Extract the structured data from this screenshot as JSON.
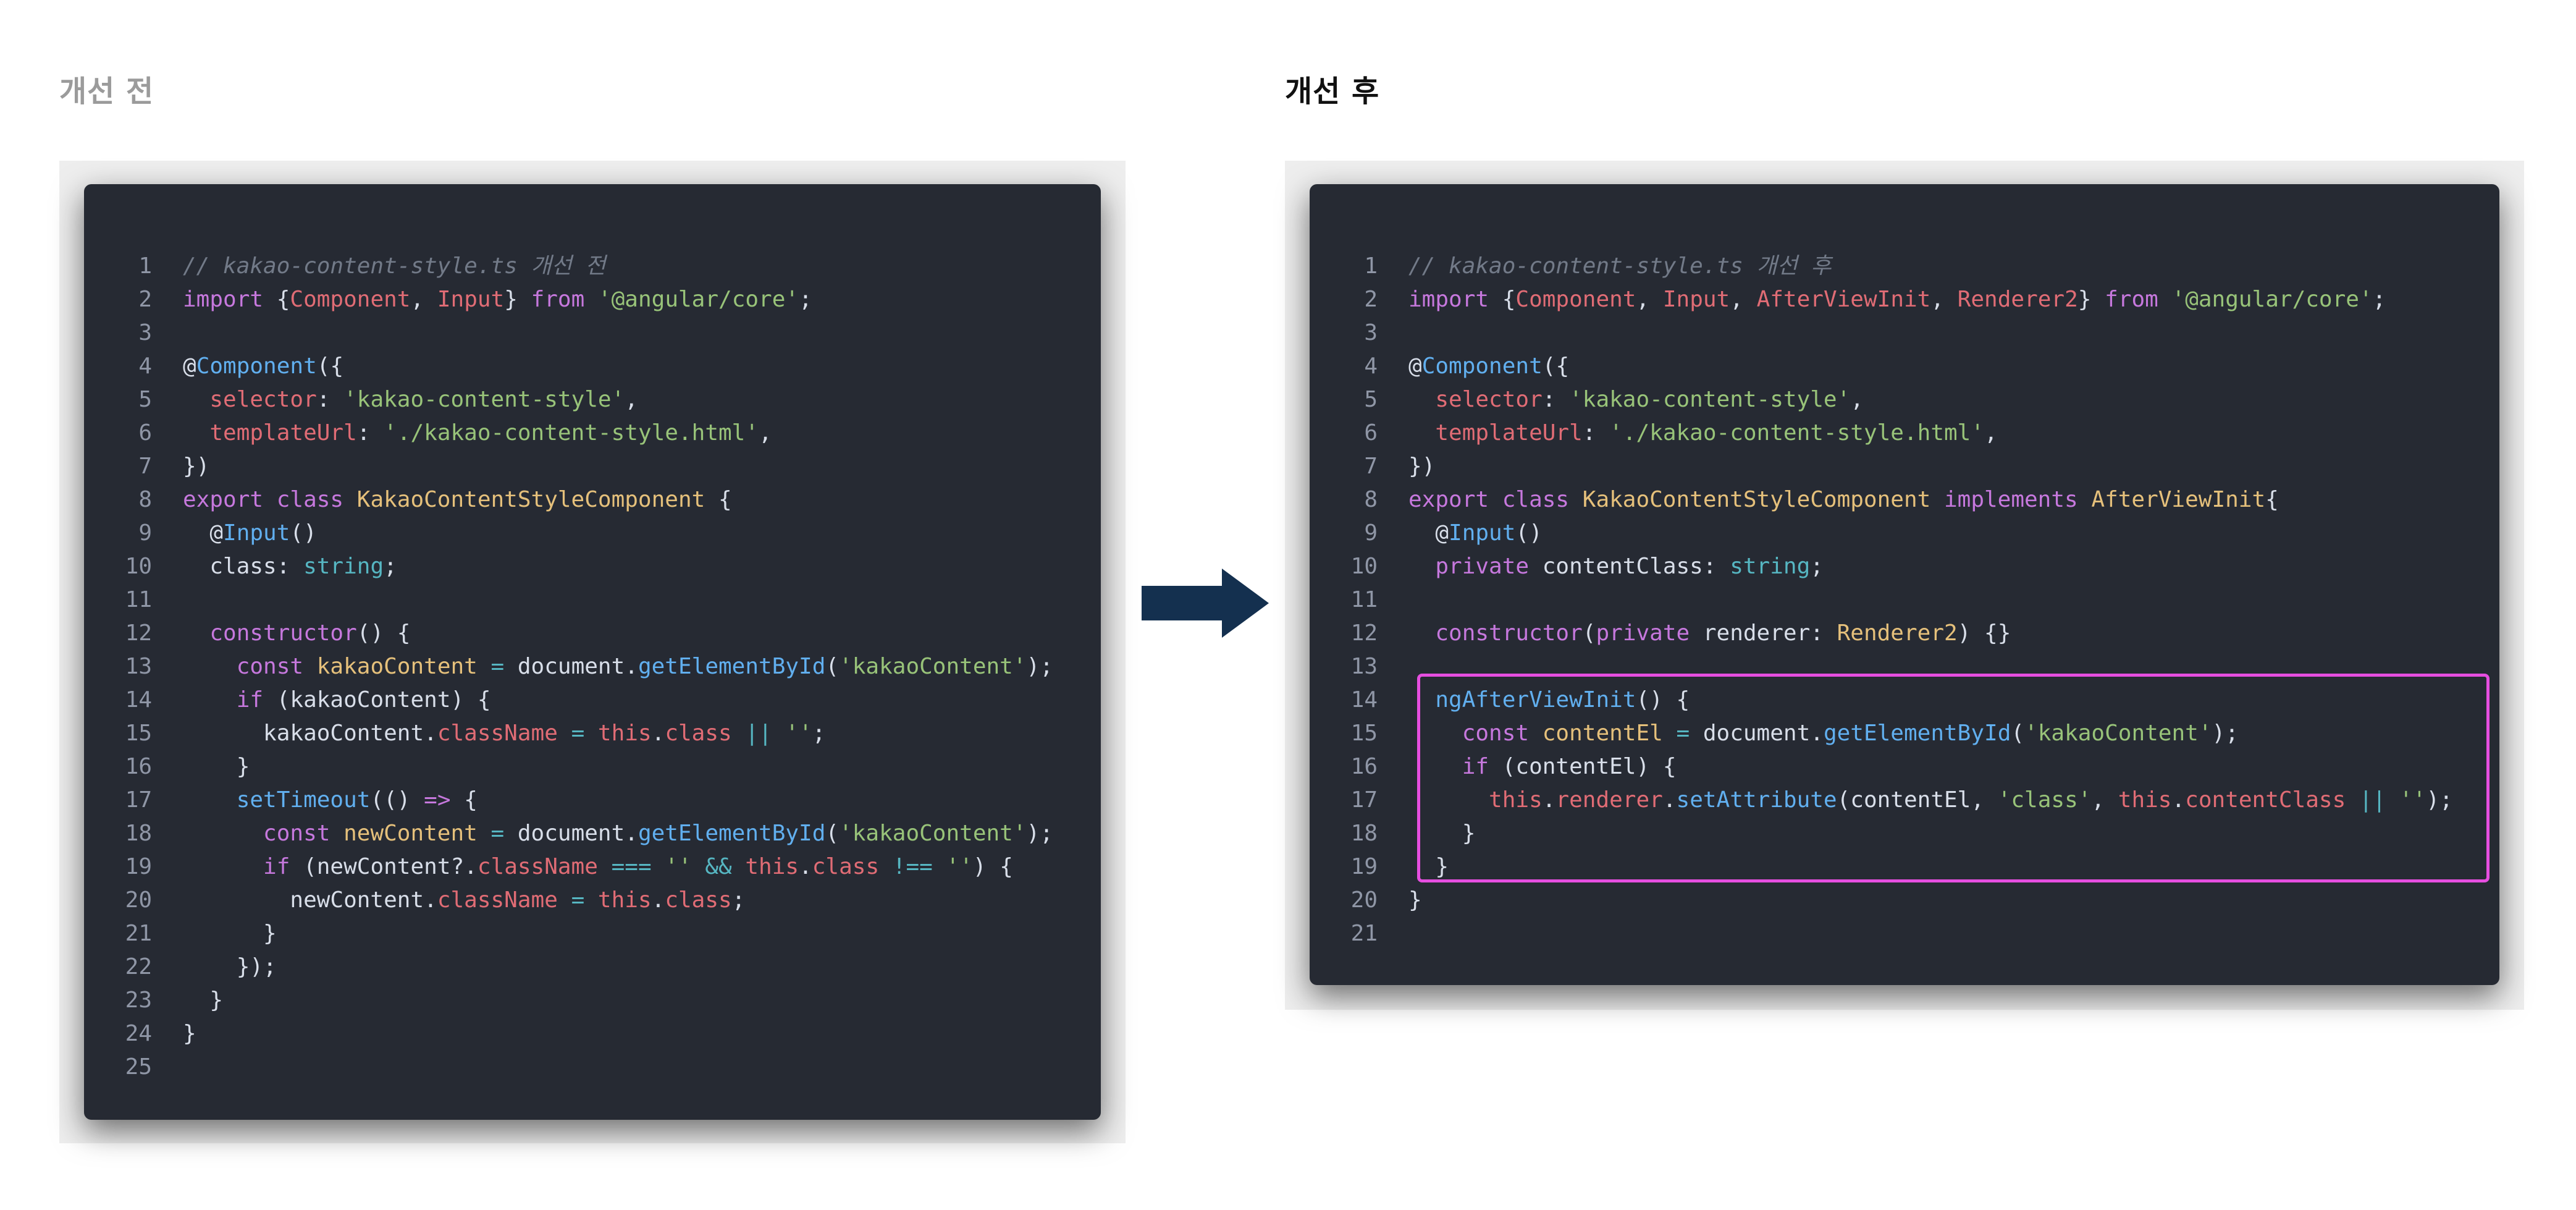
{
  "before": {
    "title": "개선 전",
    "lines": [
      {
        "n": "1",
        "t": [
          [
            "// kakao-content-style.ts 개선 전",
            "comment"
          ]
        ]
      },
      {
        "n": "2",
        "t": [
          [
            "import ",
            "keyword"
          ],
          [
            "{",
            "plain"
          ],
          [
            "Component",
            "prop"
          ],
          [
            ", ",
            "plain"
          ],
          [
            "Input",
            "prop"
          ],
          [
            "} ",
            "plain"
          ],
          [
            "from ",
            "keyword"
          ],
          [
            "'@angular/core'",
            "string"
          ],
          [
            ";",
            "plain"
          ]
        ]
      },
      {
        "n": "3",
        "t": []
      },
      {
        "n": "4",
        "t": [
          [
            "@",
            "plain"
          ],
          [
            "Component",
            "func"
          ],
          [
            "({",
            "plain"
          ]
        ]
      },
      {
        "n": "5",
        "t": [
          [
            "  ",
            "plain"
          ],
          [
            "selector",
            "prop"
          ],
          [
            ": ",
            "plain"
          ],
          [
            "'kakao-content-style'",
            "string"
          ],
          [
            ",",
            "plain"
          ]
        ]
      },
      {
        "n": "6",
        "t": [
          [
            "  ",
            "plain"
          ],
          [
            "templateUrl",
            "prop"
          ],
          [
            ": ",
            "plain"
          ],
          [
            "'./kakao-content-style.html'",
            "string"
          ],
          [
            ",",
            "plain"
          ]
        ]
      },
      {
        "n": "7",
        "t": [
          [
            "})",
            "plain"
          ]
        ]
      },
      {
        "n": "8",
        "t": [
          [
            "export ",
            "keyword"
          ],
          [
            "class ",
            "keyword"
          ],
          [
            "KakaoContentStyleComponent",
            "class"
          ],
          [
            " {",
            "plain"
          ]
        ]
      },
      {
        "n": "9",
        "t": [
          [
            "  @",
            "plain"
          ],
          [
            "Input",
            "func"
          ],
          [
            "()",
            "plain"
          ]
        ]
      },
      {
        "n": "10",
        "t": [
          [
            "  class",
            "plain"
          ],
          [
            ": ",
            "plain"
          ],
          [
            "string",
            "type"
          ],
          [
            ";",
            "plain"
          ]
        ]
      },
      {
        "n": "11",
        "t": []
      },
      {
        "n": "12",
        "t": [
          [
            "  ",
            "plain"
          ],
          [
            "constructor",
            "keyword"
          ],
          [
            "() {",
            "plain"
          ]
        ]
      },
      {
        "n": "13",
        "t": [
          [
            "    ",
            "plain"
          ],
          [
            "const ",
            "keyword"
          ],
          [
            "kakaoContent ",
            "class"
          ],
          [
            "= ",
            "op"
          ],
          [
            "document.",
            "plain"
          ],
          [
            "getElementById",
            "func"
          ],
          [
            "(",
            "plain"
          ],
          [
            "'kakaoContent'",
            "string"
          ],
          [
            ");",
            "plain"
          ]
        ]
      },
      {
        "n": "14",
        "t": [
          [
            "    ",
            "plain"
          ],
          [
            "if ",
            "keyword"
          ],
          [
            "(kakaoContent) {",
            "plain"
          ]
        ]
      },
      {
        "n": "15",
        "t": [
          [
            "      kakaoContent.",
            "plain"
          ],
          [
            "className ",
            "prop"
          ],
          [
            "= ",
            "op"
          ],
          [
            "this",
            "prop"
          ],
          [
            ".",
            "plain"
          ],
          [
            "class ",
            "prop"
          ],
          [
            "|| ",
            "op"
          ],
          [
            "''",
            "string"
          ],
          [
            ";",
            "plain"
          ]
        ]
      },
      {
        "n": "16",
        "t": [
          [
            "    }",
            "plain"
          ]
        ]
      },
      {
        "n": "17",
        "t": [
          [
            "    ",
            "plain"
          ],
          [
            "setTimeout",
            "func"
          ],
          [
            "(() ",
            "plain"
          ],
          [
            "=> ",
            "keyword"
          ],
          [
            "{",
            "plain"
          ]
        ]
      },
      {
        "n": "18",
        "t": [
          [
            "      ",
            "plain"
          ],
          [
            "const ",
            "keyword"
          ],
          [
            "newContent ",
            "class"
          ],
          [
            "= ",
            "op"
          ],
          [
            "document.",
            "plain"
          ],
          [
            "getElementById",
            "func"
          ],
          [
            "(",
            "plain"
          ],
          [
            "'kakaoContent'",
            "string"
          ],
          [
            ");",
            "plain"
          ]
        ]
      },
      {
        "n": "19",
        "t": [
          [
            "      ",
            "plain"
          ],
          [
            "if ",
            "keyword"
          ],
          [
            "(newContent?.",
            "plain"
          ],
          [
            "className ",
            "prop"
          ],
          [
            "=== ",
            "op"
          ],
          [
            "'' ",
            "string"
          ],
          [
            "&& ",
            "op"
          ],
          [
            "this",
            "prop"
          ],
          [
            ".",
            "plain"
          ],
          [
            "class ",
            "prop"
          ],
          [
            "!== ",
            "op"
          ],
          [
            "''",
            "string"
          ],
          [
            ") {",
            "plain"
          ]
        ]
      },
      {
        "n": "20",
        "t": [
          [
            "        newContent.",
            "plain"
          ],
          [
            "className ",
            "prop"
          ],
          [
            "= ",
            "op"
          ],
          [
            "this",
            "prop"
          ],
          [
            ".",
            "plain"
          ],
          [
            "class",
            "prop"
          ],
          [
            ";",
            "plain"
          ]
        ]
      },
      {
        "n": "21",
        "t": [
          [
            "      }",
            "plain"
          ]
        ]
      },
      {
        "n": "22",
        "t": [
          [
            "    });",
            "plain"
          ]
        ]
      },
      {
        "n": "23",
        "t": [
          [
            "  }",
            "plain"
          ]
        ]
      },
      {
        "n": "24",
        "t": [
          [
            "}",
            "plain"
          ]
        ]
      },
      {
        "n": "25",
        "t": []
      }
    ]
  },
  "after": {
    "title": "개선 후",
    "lines": [
      {
        "n": "1",
        "t": [
          [
            "// kakao-content-style.ts 개선 후",
            "comment"
          ]
        ]
      },
      {
        "n": "2",
        "t": [
          [
            "import ",
            "keyword"
          ],
          [
            "{",
            "plain"
          ],
          [
            "Component",
            "prop"
          ],
          [
            ", ",
            "plain"
          ],
          [
            "Input",
            "prop"
          ],
          [
            ", ",
            "plain"
          ],
          [
            "AfterViewInit",
            "prop"
          ],
          [
            ", ",
            "plain"
          ],
          [
            "Renderer2",
            "prop"
          ],
          [
            "} ",
            "plain"
          ],
          [
            "from ",
            "keyword"
          ],
          [
            "'@angular/core'",
            "string"
          ],
          [
            ";",
            "plain"
          ]
        ]
      },
      {
        "n": "3",
        "t": []
      },
      {
        "n": "4",
        "t": [
          [
            "@",
            "plain"
          ],
          [
            "Component",
            "func"
          ],
          [
            "({",
            "plain"
          ]
        ]
      },
      {
        "n": "5",
        "t": [
          [
            "  ",
            "plain"
          ],
          [
            "selector",
            "prop"
          ],
          [
            ": ",
            "plain"
          ],
          [
            "'kakao-content-style'",
            "string"
          ],
          [
            ",",
            "plain"
          ]
        ]
      },
      {
        "n": "6",
        "t": [
          [
            "  ",
            "plain"
          ],
          [
            "templateUrl",
            "prop"
          ],
          [
            ": ",
            "plain"
          ],
          [
            "'./kakao-content-style.html'",
            "string"
          ],
          [
            ",",
            "plain"
          ]
        ]
      },
      {
        "n": "7",
        "t": [
          [
            "})",
            "plain"
          ]
        ]
      },
      {
        "n": "8",
        "t": [
          [
            "export ",
            "keyword"
          ],
          [
            "class ",
            "keyword"
          ],
          [
            "KakaoContentStyleComponent ",
            "class"
          ],
          [
            "implements ",
            "keyword"
          ],
          [
            "AfterViewInit",
            "class"
          ],
          [
            "{",
            "plain"
          ]
        ]
      },
      {
        "n": "9",
        "t": [
          [
            "  @",
            "plain"
          ],
          [
            "Input",
            "func"
          ],
          [
            "()",
            "plain"
          ]
        ]
      },
      {
        "n": "10",
        "t": [
          [
            "  ",
            "plain"
          ],
          [
            "private ",
            "keyword"
          ],
          [
            "contentClass",
            "plain"
          ],
          [
            ": ",
            "plain"
          ],
          [
            "string",
            "type"
          ],
          [
            ";",
            "plain"
          ]
        ]
      },
      {
        "n": "11",
        "t": []
      },
      {
        "n": "12",
        "t": [
          [
            "  ",
            "plain"
          ],
          [
            "constructor",
            "keyword"
          ],
          [
            "(",
            "plain"
          ],
          [
            "private ",
            "keyword"
          ],
          [
            "renderer",
            "plain"
          ],
          [
            ": ",
            "plain"
          ],
          [
            "Renderer2",
            "class"
          ],
          [
            ") {}",
            "plain"
          ]
        ]
      },
      {
        "n": "13",
        "t": []
      },
      {
        "n": "14",
        "t": [
          [
            "  ",
            "plain"
          ],
          [
            "ngAfterViewInit",
            "func"
          ],
          [
            "() {",
            "plain"
          ]
        ]
      },
      {
        "n": "15",
        "t": [
          [
            "    ",
            "plain"
          ],
          [
            "const ",
            "keyword"
          ],
          [
            "contentEl ",
            "class"
          ],
          [
            "= ",
            "op"
          ],
          [
            "document.",
            "plain"
          ],
          [
            "getElementById",
            "func"
          ],
          [
            "(",
            "plain"
          ],
          [
            "'kakaoContent'",
            "string"
          ],
          [
            ");",
            "plain"
          ]
        ]
      },
      {
        "n": "16",
        "t": [
          [
            "    ",
            "plain"
          ],
          [
            "if ",
            "keyword"
          ],
          [
            "(contentEl) {",
            "plain"
          ]
        ]
      },
      {
        "n": "17",
        "t": [
          [
            "      ",
            "plain"
          ],
          [
            "this",
            "prop"
          ],
          [
            ".",
            "plain"
          ],
          [
            "renderer",
            "prop"
          ],
          [
            ".",
            "plain"
          ],
          [
            "setAttribute",
            "func"
          ],
          [
            "(contentEl, ",
            "plain"
          ],
          [
            "'class'",
            "string"
          ],
          [
            ", ",
            "plain"
          ],
          [
            "this",
            "prop"
          ],
          [
            ".",
            "plain"
          ],
          [
            "contentClass ",
            "prop"
          ],
          [
            "|| ",
            "op"
          ],
          [
            "''",
            "string"
          ],
          [
            ");",
            "plain"
          ]
        ]
      },
      {
        "n": "18",
        "t": [
          [
            "    }",
            "plain"
          ]
        ]
      },
      {
        "n": "19",
        "t": [
          [
            "  }",
            "plain"
          ]
        ]
      },
      {
        "n": "20",
        "t": [
          [
            "}",
            "plain"
          ]
        ]
      },
      {
        "n": "21",
        "t": []
      }
    ]
  },
  "colors": {
    "editor_bg": "#262a33",
    "frame_bg": "#eeeeee",
    "arrow": "#14304f",
    "highlight": "#e64ee0"
  },
  "icons": {
    "arrow": "right-arrow-icon"
  }
}
